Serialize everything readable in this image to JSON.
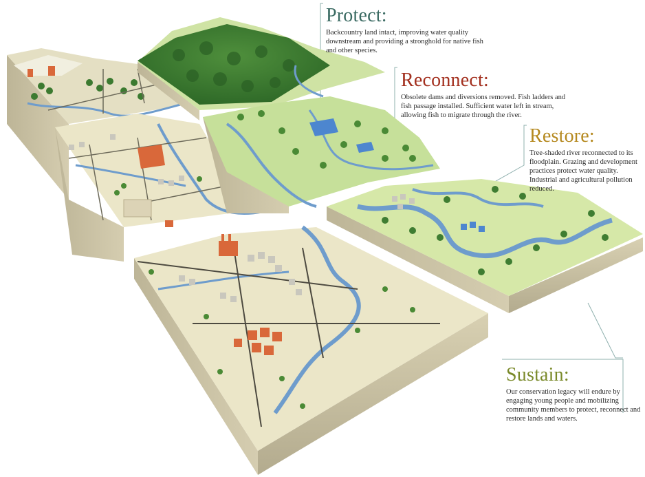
{
  "colors": {
    "protect": "#3a6a62",
    "reconnect": "#a3301f",
    "restore": "#b5891f",
    "sustain": "#7a8a2a",
    "body_text": "#2b2b2b",
    "leader_line": "#8fb0ae",
    "ground": "#ebe6c8",
    "soil": "#c9c1a4",
    "grass": "#b8d98a",
    "forest": "#3f7d32",
    "river": "#6e9ccc",
    "buildings_orange": "#d9683a",
    "buildings_blue": "#4d86cf"
  },
  "labels": {
    "protect": {
      "title": "Protect:",
      "body": "Backcountry land intact, improving water quality downstream and providing a stronghold for native fish and other species."
    },
    "reconnect": {
      "title": "Reconnect:",
      "body": "Obsolete dams and diversions removed. Fish ladders and fish passage installed. Sufficient water left in stream, allowing fish to migrate through the river."
    },
    "restore": {
      "title": "Restore:",
      "body": "Tree-shaded river reconnected to its floodplain. Grazing and development practices protect water quality. Industrial and agricultural pollution reduced."
    },
    "sustain": {
      "title": "Sustain:",
      "body": "Our conservation legacy will endure by engaging young people and mobilizing community members to protect, reconnect and restore lands and waters."
    }
  }
}
